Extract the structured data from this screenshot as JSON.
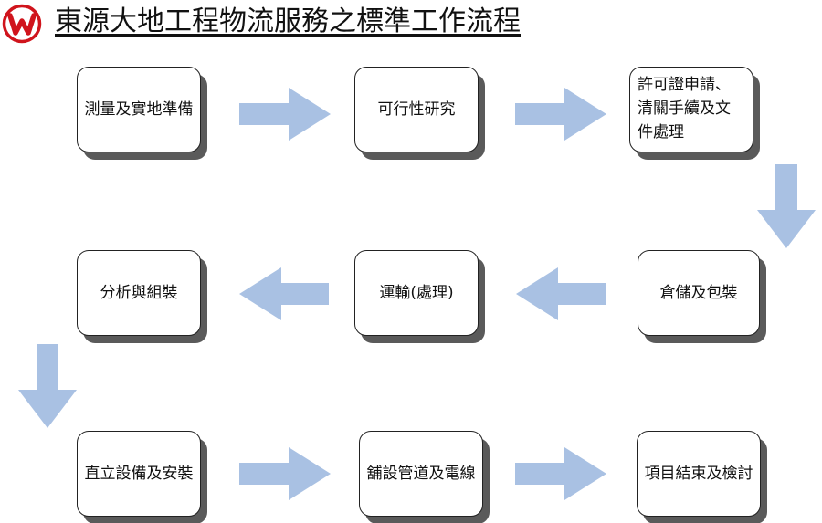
{
  "title": "東源大地工程物流服務之標準工作流程",
  "logo": {
    "icon": "w-logo-icon",
    "color": "#d0141c"
  },
  "arrow_color": "#a9c1e3",
  "steps": [
    {
      "label": "測量及實地準備"
    },
    {
      "label": "可行性研究"
    },
    {
      "lines": [
        "許可證申請、",
        "清關手續及文",
        "件處理"
      ]
    },
    {
      "label": "倉儲及包裝"
    },
    {
      "label": "運輸(處理)"
    },
    {
      "label": "分析與組裝"
    },
    {
      "label": "直立設備及安裝"
    },
    {
      "label": "舖設管道及電線"
    },
    {
      "label": "項目結束及檢討"
    }
  ]
}
